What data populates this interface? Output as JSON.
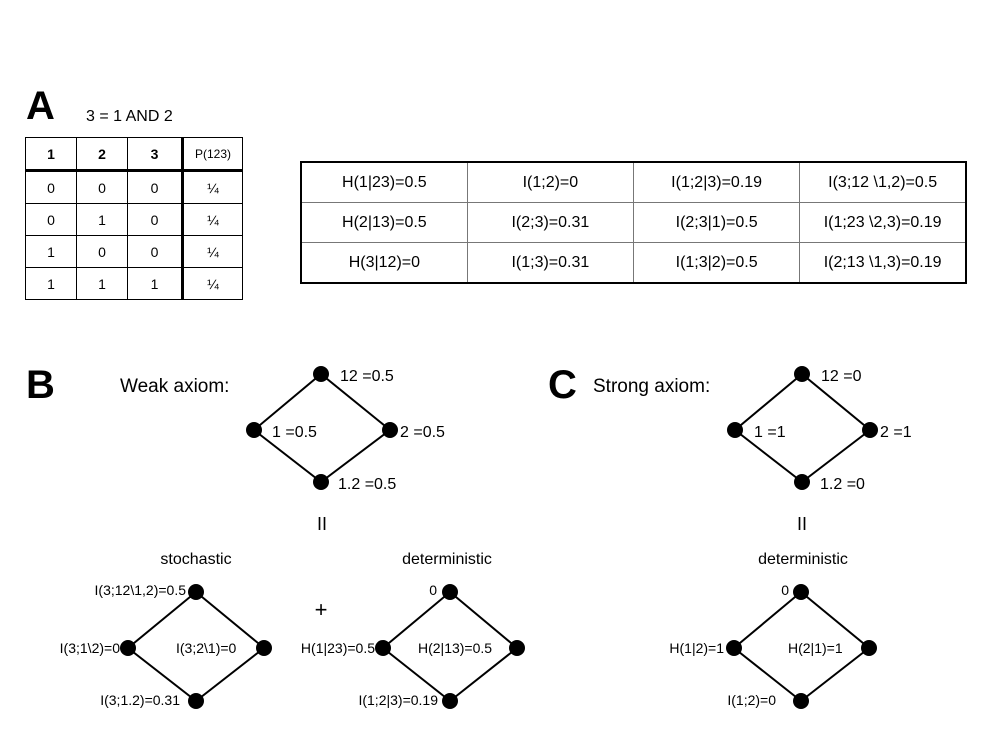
{
  "panels": {
    "a": "A",
    "b": "B",
    "c": "C"
  },
  "truth_table": {
    "title": "3 = 1 AND 2",
    "headers": [
      "1",
      "2",
      "3",
      "P(123)"
    ],
    "rows": [
      [
        "0",
        "0",
        "0",
        "¼"
      ],
      [
        "0",
        "1",
        "0",
        "¼"
      ],
      [
        "1",
        "0",
        "0",
        "¼"
      ],
      [
        "1",
        "1",
        "1",
        "¼"
      ]
    ]
  },
  "values_table": {
    "rows": [
      [
        "H(1|23)=0.5",
        "I(1;2)=0",
        "I(1;2|3)=0.19",
        "I(3;12 \\1,2)=0.5"
      ],
      [
        "H(2|13)=0.5",
        "I(2;3)=0.31",
        "I(2;3|1)=0.5",
        "I(1;23 \\2,3)=0.19"
      ],
      [
        "H(3|12)=0",
        "I(1;3)=0.31",
        "I(1;3|2)=0.5",
        "I(2;13 \\1,3)=0.19"
      ]
    ]
  },
  "weak": {
    "caption": "Weak axiom:",
    "top": {
      "top": "12 =0.5",
      "left": "1 =0.5",
      "right": "2 =0.5",
      "bottom": "1.2 =0.5"
    },
    "equals": "II",
    "plus": "+",
    "stochastic": {
      "title": "stochastic",
      "top": "I(3;12\\1,2)=0.5",
      "left": "I(3;1\\2)=0",
      "right": "I(3;2\\1)=0",
      "bottom": "I(3;1.2)=0.31"
    },
    "deterministic": {
      "title": "deterministic",
      "top": "0",
      "left": "H(1|23)=0.5",
      "right": "H(2|13)=0.5",
      "bottom": "I(1;2|3)=0.19"
    }
  },
  "strong": {
    "caption": "Strong axiom:",
    "top": {
      "top": "12 =0",
      "left": "1 =1",
      "right": "2 =1",
      "bottom": "1.2 =0"
    },
    "equals": "II",
    "deterministic": {
      "title": "deterministic",
      "top": "0",
      "left": "H(1|2)=1",
      "right": "H(2|1)=1",
      "bottom": "I(1;2)=0"
    }
  }
}
